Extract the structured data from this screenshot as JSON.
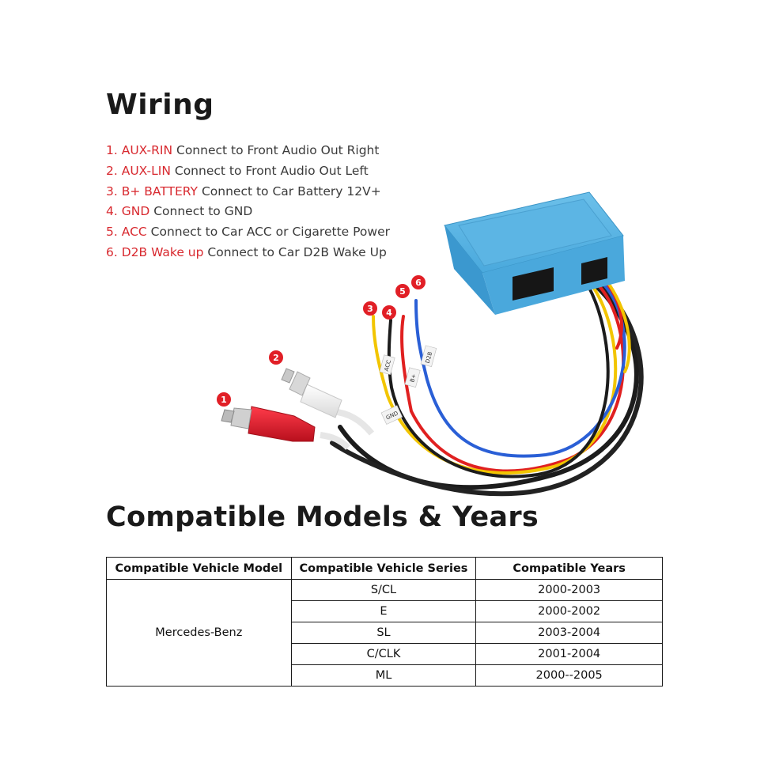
{
  "wiring": {
    "title": "Wiring",
    "items": [
      {
        "num": "1.",
        "name": "AUX-RIN",
        "desc": "Connect to Front Audio Out Right"
      },
      {
        "num": "2.",
        "name": "AUX-LIN",
        "desc": "Connect to Front Audio Out Left"
      },
      {
        "num": "3.",
        "name": "B+ BATTERY",
        "desc": "Connect to Car Battery 12V+"
      },
      {
        "num": "4.",
        "name": "GND",
        "desc": "Connect to GND"
      },
      {
        "num": "5.",
        "name": "ACC",
        "desc": "Connect to Car ACC or Cigarette Power"
      },
      {
        "num": "6.",
        "name": "D2B Wake up",
        "desc": "Connect to Car D2B Wake Up"
      }
    ]
  },
  "diagram": {
    "markers": [
      "1",
      "2",
      "3",
      "4",
      "5",
      "6"
    ],
    "tags": [
      "GND",
      "B+",
      "ACC",
      "D2B"
    ],
    "colors": {
      "marker": "#e11f26",
      "box": "#3fa3d9",
      "red_wire": "#e02020",
      "yellow_wire": "#f2c500",
      "blue_wire": "#2a5fd6",
      "black_wire": "#1c1c1c"
    }
  },
  "compat": {
    "title": "Compatible Models & Years",
    "headers": [
      "Compatible Vehicle Model",
      "Compatible Vehicle Series",
      "Compatible Years"
    ],
    "model": "Mercedes-Benz",
    "rows": [
      {
        "series": "S/CL",
        "years": "2000-2003"
      },
      {
        "series": "E",
        "years": "2000-2002"
      },
      {
        "series": "SL",
        "years": "2003-2004"
      },
      {
        "series": "C/CLK",
        "years": "2001-2004"
      },
      {
        "series": "ML",
        "years": "2000--2005"
      }
    ]
  }
}
